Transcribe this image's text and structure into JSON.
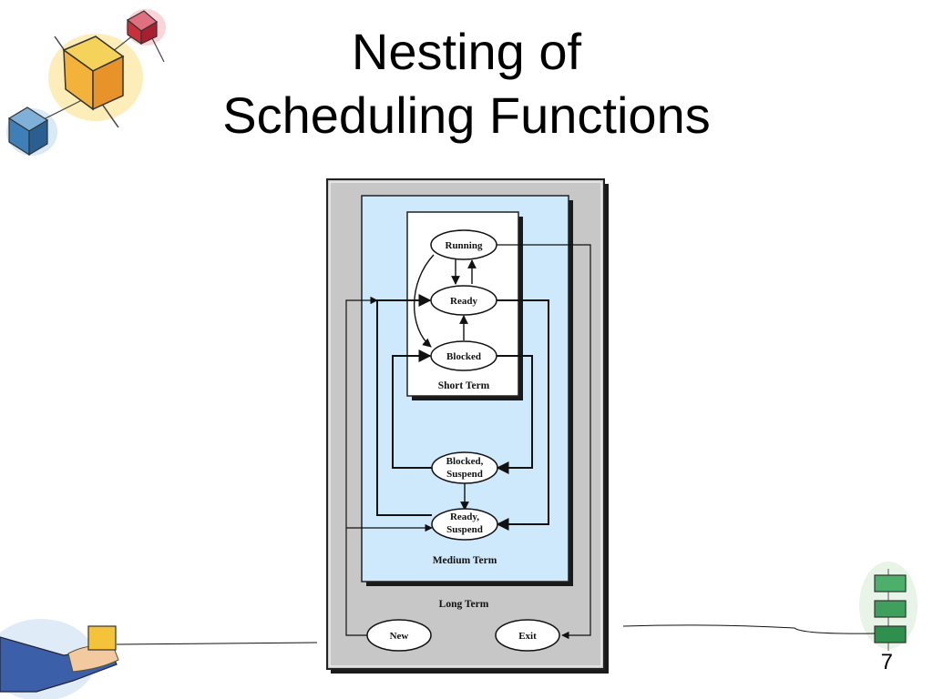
{
  "slide": {
    "title_line1": "Nesting of",
    "title_line2": "Scheduling Functions",
    "page_number": "7"
  },
  "diagram": {
    "long_term": "Long Term",
    "medium_term": "Medium Term",
    "short_term": "Short Term",
    "nodes": {
      "running": "Running",
      "ready": "Ready",
      "blocked": "Blocked",
      "blocked_suspend_1": "Blocked,",
      "blocked_suspend_2": "Suspend",
      "ready_suspend_1": "Ready,",
      "ready_suspend_2": "Suspend",
      "new": "New",
      "exit": "Exit"
    }
  },
  "colors": {
    "long_term_fill": "#c7c7c7",
    "medium_term_fill": "#cde9fb",
    "short_term_fill": "#ffffff"
  },
  "decorations": [
    "cubes-illustration",
    "hand-holding-box-illustration",
    "stacked-boxes-illustration"
  ]
}
